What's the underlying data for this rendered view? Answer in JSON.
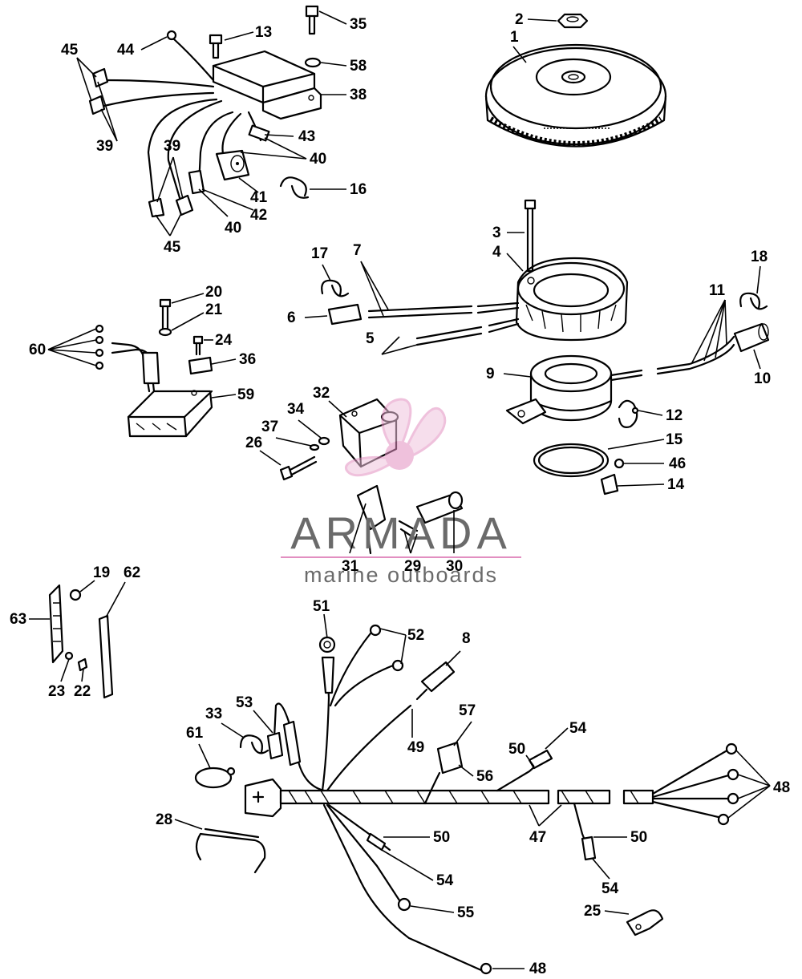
{
  "watermark": {
    "brand": "ARMADA",
    "tagline": "marine outboards",
    "accent_color": "#e28fc1",
    "logo_icon": "propeller-logo-icon"
  },
  "labels": [
    {
      "id": "1",
      "text": "1"
    },
    {
      "id": "2",
      "text": "2"
    },
    {
      "id": "3",
      "text": "3"
    },
    {
      "id": "4",
      "text": "4"
    },
    {
      "id": "5",
      "text": "5"
    },
    {
      "id": "6",
      "text": "6"
    },
    {
      "id": "7",
      "text": "7"
    },
    {
      "id": "8",
      "text": "8"
    },
    {
      "id": "9",
      "text": "9"
    },
    {
      "id": "10",
      "text": "10"
    },
    {
      "id": "11",
      "text": "11"
    },
    {
      "id": "12",
      "text": "12"
    },
    {
      "id": "13",
      "text": "13"
    },
    {
      "id": "14",
      "text": "14"
    },
    {
      "id": "15",
      "text": "15"
    },
    {
      "id": "16",
      "text": "16"
    },
    {
      "id": "17",
      "text": "17"
    },
    {
      "id": "18",
      "text": "18"
    },
    {
      "id": "19",
      "text": "19"
    },
    {
      "id": "20",
      "text": "20"
    },
    {
      "id": "21",
      "text": "21"
    },
    {
      "id": "22",
      "text": "22"
    },
    {
      "id": "23",
      "text": "23"
    },
    {
      "id": "24",
      "text": "24"
    },
    {
      "id": "25",
      "text": "25"
    },
    {
      "id": "26",
      "text": "26"
    },
    {
      "id": "28",
      "text": "28"
    },
    {
      "id": "29",
      "text": "29"
    },
    {
      "id": "30",
      "text": "30"
    },
    {
      "id": "31",
      "text": "31"
    },
    {
      "id": "32",
      "text": "32"
    },
    {
      "id": "33",
      "text": "33"
    },
    {
      "id": "34",
      "text": "34"
    },
    {
      "id": "35",
      "text": "35"
    },
    {
      "id": "36",
      "text": "36"
    },
    {
      "id": "37",
      "text": "37"
    },
    {
      "id": "38",
      "text": "38"
    },
    {
      "id": "39a",
      "text": "39"
    },
    {
      "id": "39b",
      "text": "39"
    },
    {
      "id": "40a",
      "text": "40"
    },
    {
      "id": "40b",
      "text": "40"
    },
    {
      "id": "41",
      "text": "41"
    },
    {
      "id": "42",
      "text": "42"
    },
    {
      "id": "43",
      "text": "43"
    },
    {
      "id": "44",
      "text": "44"
    },
    {
      "id": "45a",
      "text": "45"
    },
    {
      "id": "45b",
      "text": "45"
    },
    {
      "id": "46",
      "text": "46"
    },
    {
      "id": "47",
      "text": "47"
    },
    {
      "id": "48a",
      "text": "48"
    },
    {
      "id": "48b",
      "text": "48"
    },
    {
      "id": "49",
      "text": "49"
    },
    {
      "id": "50a",
      "text": "50"
    },
    {
      "id": "50b",
      "text": "50"
    },
    {
      "id": "50c",
      "text": "50"
    },
    {
      "id": "51",
      "text": "51"
    },
    {
      "id": "52",
      "text": "52"
    },
    {
      "id": "53",
      "text": "53"
    },
    {
      "id": "54a",
      "text": "54"
    },
    {
      "id": "54b",
      "text": "54"
    },
    {
      "id": "54c",
      "text": "54"
    },
    {
      "id": "55",
      "text": "55"
    },
    {
      "id": "56",
      "text": "56"
    },
    {
      "id": "57",
      "text": "57"
    },
    {
      "id": "58",
      "text": "58"
    },
    {
      "id": "59",
      "text": "59"
    },
    {
      "id": "60",
      "text": "60"
    },
    {
      "id": "61",
      "text": "61"
    },
    {
      "id": "62",
      "text": "62"
    },
    {
      "id": "63",
      "text": "63"
    }
  ]
}
